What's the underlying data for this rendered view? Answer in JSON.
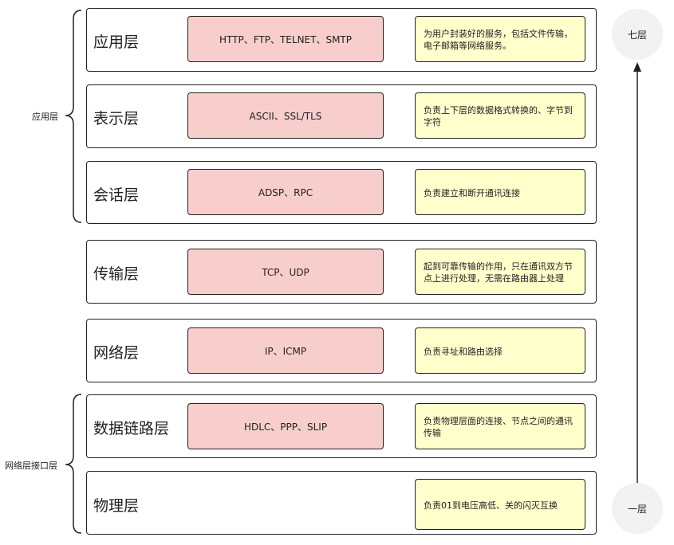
{
  "layers": [
    {
      "name": "应用层",
      "protocols": "HTTP、FTP、TELNET、SMTP",
      "description": "为用户封装好的服务，包括文件传输，电子邮箱等网络服务。"
    },
    {
      "name": "表示层",
      "protocols": "ASCII、SSL/TLS",
      "description": "负责上下层的数据格式转换的、字节到字符"
    },
    {
      "name": "会话层",
      "protocols": "ADSP、RPC",
      "description": "负责建立和断开通讯连接"
    },
    {
      "name": "传输层",
      "protocols": "TCP、UDP",
      "description": "起到可靠传输的作用，只在通讯双方节点上进行处理，无需在路由器上处理"
    },
    {
      "name": "网络层",
      "protocols": "IP、ICMP",
      "description": "负责寻址和路由选择"
    },
    {
      "name": "数据链路层",
      "protocols": "HDLC、PPP、SLIP",
      "description": "负责物理层面的连接、节点之间的通讯传输"
    },
    {
      "name": "物理层",
      "protocols": "",
      "description": "负责01到电压高低、关的闪灭互换"
    }
  ],
  "groups": {
    "upper": "应用层",
    "lower": "网络层接口层"
  },
  "arrow": {
    "top": "七层",
    "bottom": "一层"
  },
  "colors": {
    "protocol_fill": "#f8cecc",
    "description_fill": "#ffffcc",
    "circle_fill": "#f2f2f2",
    "stroke": "#222222"
  }
}
